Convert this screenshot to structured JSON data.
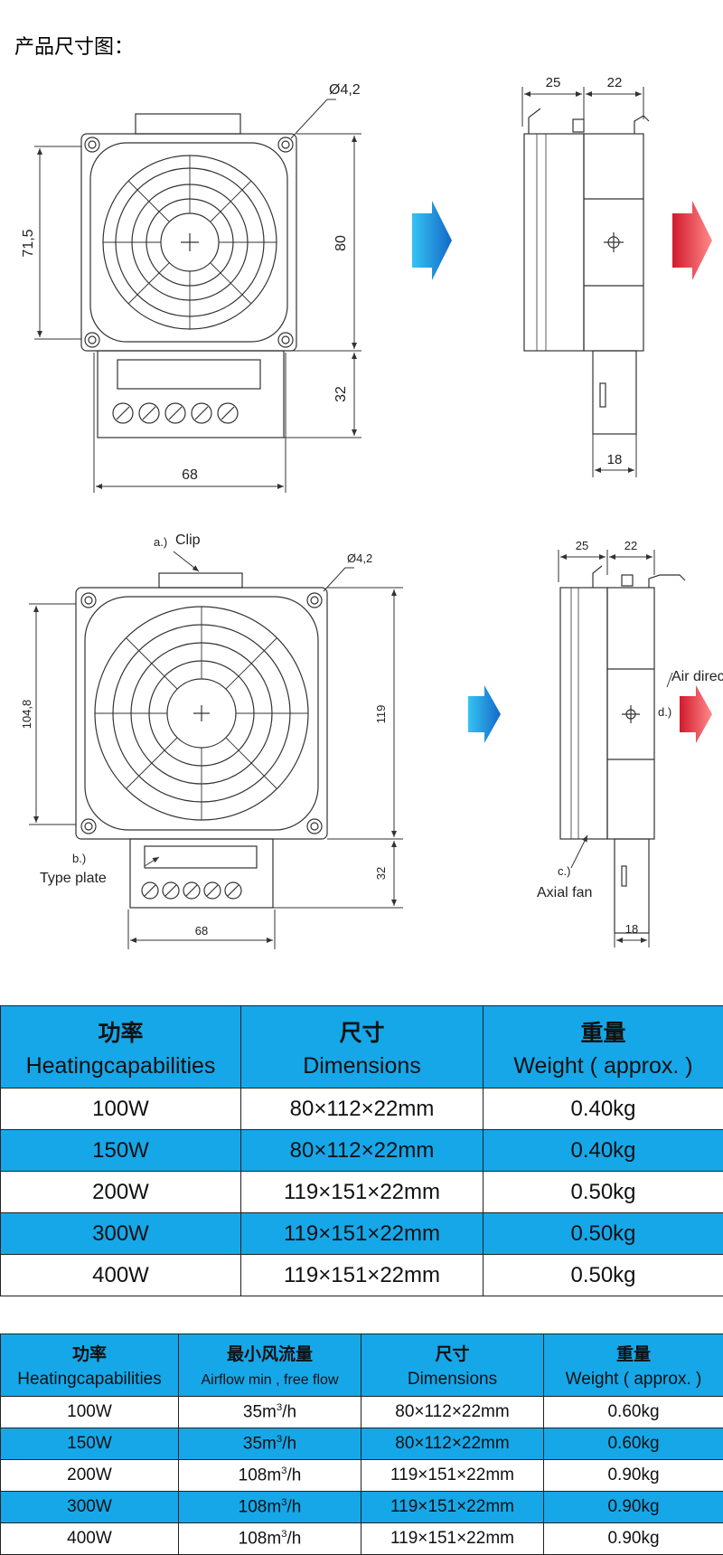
{
  "page_title": "产品尺寸图：",
  "drawing1": {
    "hole": "Ø4,2",
    "height_left": "71,5",
    "height_right": "80",
    "bottom_height": "32",
    "width_bottom": "68",
    "side_top_left": "25",
    "side_top_right": "22",
    "side_bottom": "18"
  },
  "drawing2": {
    "clip_marker": "a.)",
    "clip_label": "Clip",
    "hole": "Ø4,2",
    "height_left": "104,8",
    "height_right": "119",
    "bottom_height": "32",
    "width_bottom": "68",
    "plate_marker": "b.)",
    "plate_label": "Type plate",
    "side_top_left": "25",
    "side_top_right": "22",
    "side_bottom": "18",
    "fan_marker": "c.)",
    "fan_label": "Axial fan",
    "air_marker": "d.)",
    "air_label": "Air direction"
  },
  "colors": {
    "table_blue": "#16a7e8",
    "arrow_in": "#1a8fd8",
    "arrow_out": "#e8283a"
  },
  "table1": {
    "headers": [
      {
        "zh": "功率",
        "en": "Heatingcapabilities"
      },
      {
        "zh": "尺寸",
        "en": "Dimensions"
      },
      {
        "zh": "重量",
        "en": "Weight ( approx. )"
      }
    ],
    "rows": [
      [
        "100W",
        "80×112×22mm",
        "0.40kg"
      ],
      [
        "150W",
        "80×112×22mm",
        "0.40kg"
      ],
      [
        "200W",
        "119×151×22mm",
        "0.50kg"
      ],
      [
        "300W",
        "119×151×22mm",
        "0.50kg"
      ],
      [
        "400W",
        "119×151×22mm",
        "0.50kg"
      ]
    ]
  },
  "table2": {
    "headers": [
      {
        "zh": "功率",
        "en": "Heatingcapabilities"
      },
      {
        "zh": "最小风流量",
        "en": "Airflow min , free flow"
      },
      {
        "zh": "尺寸",
        "en": "Dimensions"
      },
      {
        "zh": "重量",
        "en": "Weight ( approx. )"
      }
    ],
    "rows": [
      [
        "100W",
        "35m",
        "80×112×22mm",
        "0.60kg"
      ],
      [
        "150W",
        "35m",
        "80×112×22mm",
        "0.60kg"
      ],
      [
        "200W",
        "108m",
        "119×151×22mm",
        "0.90kg"
      ],
      [
        "300W",
        "108m",
        "119×151×22mm",
        "0.90kg"
      ],
      [
        "400W",
        "108m",
        "119×151×22mm",
        "0.90kg"
      ]
    ],
    "airflow_unit_sup": "3",
    "airflow_unit_suffix": "/h"
  }
}
